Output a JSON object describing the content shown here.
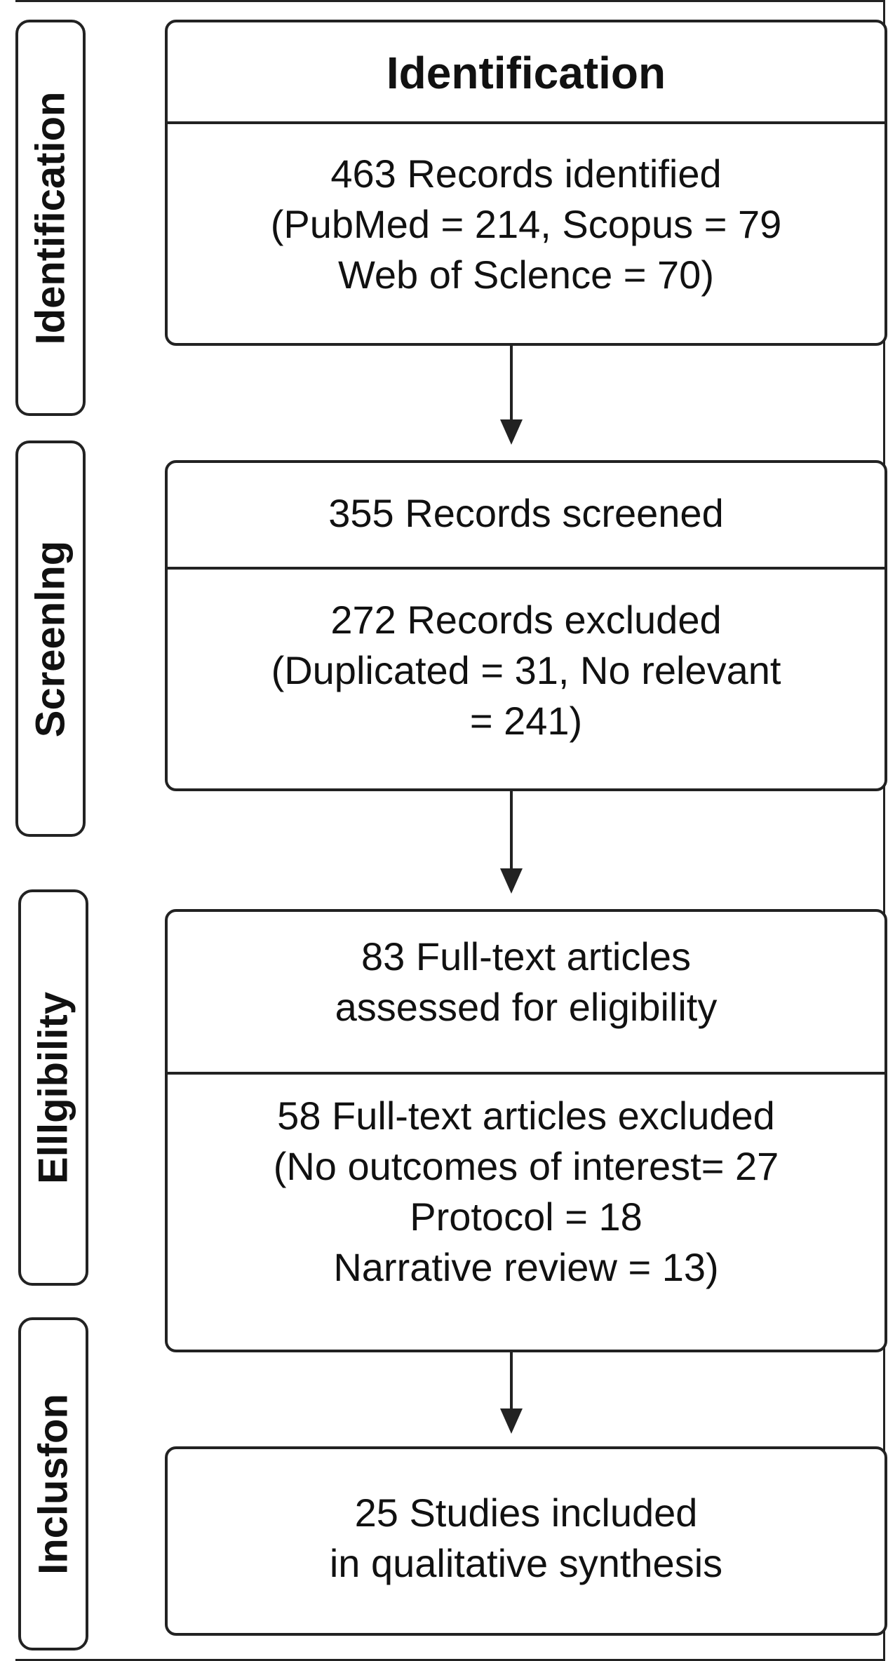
{
  "stages": {
    "identification": "Identification",
    "screening": "Screenlng",
    "eligibility": "Elllgibility",
    "inclusion": "Inclusfon"
  },
  "boxes": {
    "identification": {
      "header": "Identification",
      "lines": [
        "463 Records identified",
        "(PubMed = 214, Scopus = 79",
        "Web of Sclence = 70)"
      ]
    },
    "screening": {
      "header": "355 Records screened",
      "lines": [
        "272 Records excluded",
        "(Duplicated = 31, No relevant",
        "= 241)"
      ]
    },
    "eligibility": {
      "header_lines": [
        "83 Full-text articles",
        "assessed for eligibility"
      ],
      "lines": [
        "58 Full-text articles excluded",
        "(No outcomes of interest= 27",
        "Protocol = 18",
        "Narrative review  =  13)"
      ]
    },
    "inclusion": {
      "lines": [
        "25 Studies included",
        "in qualitative synthesis"
      ]
    }
  }
}
